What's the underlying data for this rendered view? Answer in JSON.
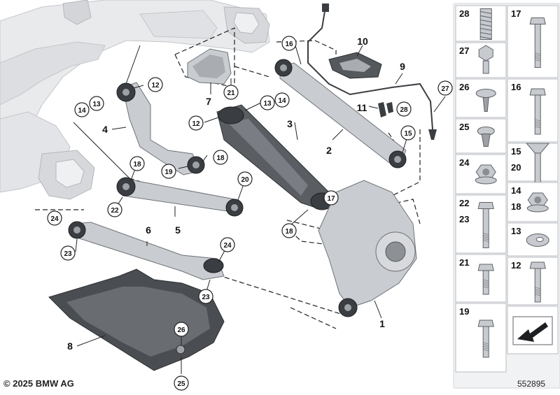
{
  "copyright": "© 2025 BMW AG",
  "diagram_id": "552895",
  "callouts": {
    "c14a": "14",
    "c13a": "13",
    "c12a": "12",
    "c19": "19",
    "c18a": "18",
    "c18b": "18",
    "c20": "20",
    "c22": "22",
    "c24a": "24",
    "c23a": "23",
    "c24b": "24",
    "c23b": "23",
    "c26": "26",
    "c25": "25",
    "c21": "21",
    "c16": "16",
    "c13b": "13",
    "c14b": "14",
    "c12b": "12",
    "c15": "15",
    "c17": "17",
    "c18c": "18",
    "c27": "27",
    "c28": "28"
  },
  "parts": {
    "p1": "1",
    "p2": "2",
    "p3": "3",
    "p4": "4",
    "p5": "5",
    "p6": "6",
    "p7": "7",
    "p8": "8",
    "p9": "9",
    "p10": "10",
    "p11": "11"
  },
  "side_panel": {
    "left": [
      {
        "label": "28",
        "icon": "threaded-sleeve-icon"
      },
      {
        "label": "27",
        "icon": "hex-collar-screw-icon"
      },
      {
        "label": "26",
        "icon": "washer-screw-icon"
      },
      {
        "label": "25",
        "icon": "expanding-rivet-icon"
      },
      {
        "label": "24",
        "icon": "hex-collar-nut-icon"
      },
      {
        "label": "22\n23",
        "icon": "hex-bolt-long-icon"
      },
      {
        "label": "21",
        "icon": "hex-bolt-short-icon"
      },
      {
        "label": "19",
        "icon": "hex-bolt-thin-icon"
      }
    ],
    "right": [
      {
        "label": "17",
        "icon": "hex-bolt-longest-icon"
      },
      {
        "label": "16",
        "icon": "flange-bolt-icon"
      },
      {
        "label": "15\n20",
        "icon": "eccentric-bolt-icon"
      },
      {
        "label": "14\n18",
        "icon": "hex-nut-icon"
      },
      {
        "label": "13",
        "icon": "eccentric-washer-icon"
      },
      {
        "label": "12",
        "icon": "hex-bolt-medium-icon"
      },
      {
        "label": "",
        "icon": "arrow-return-icon"
      }
    ]
  }
}
